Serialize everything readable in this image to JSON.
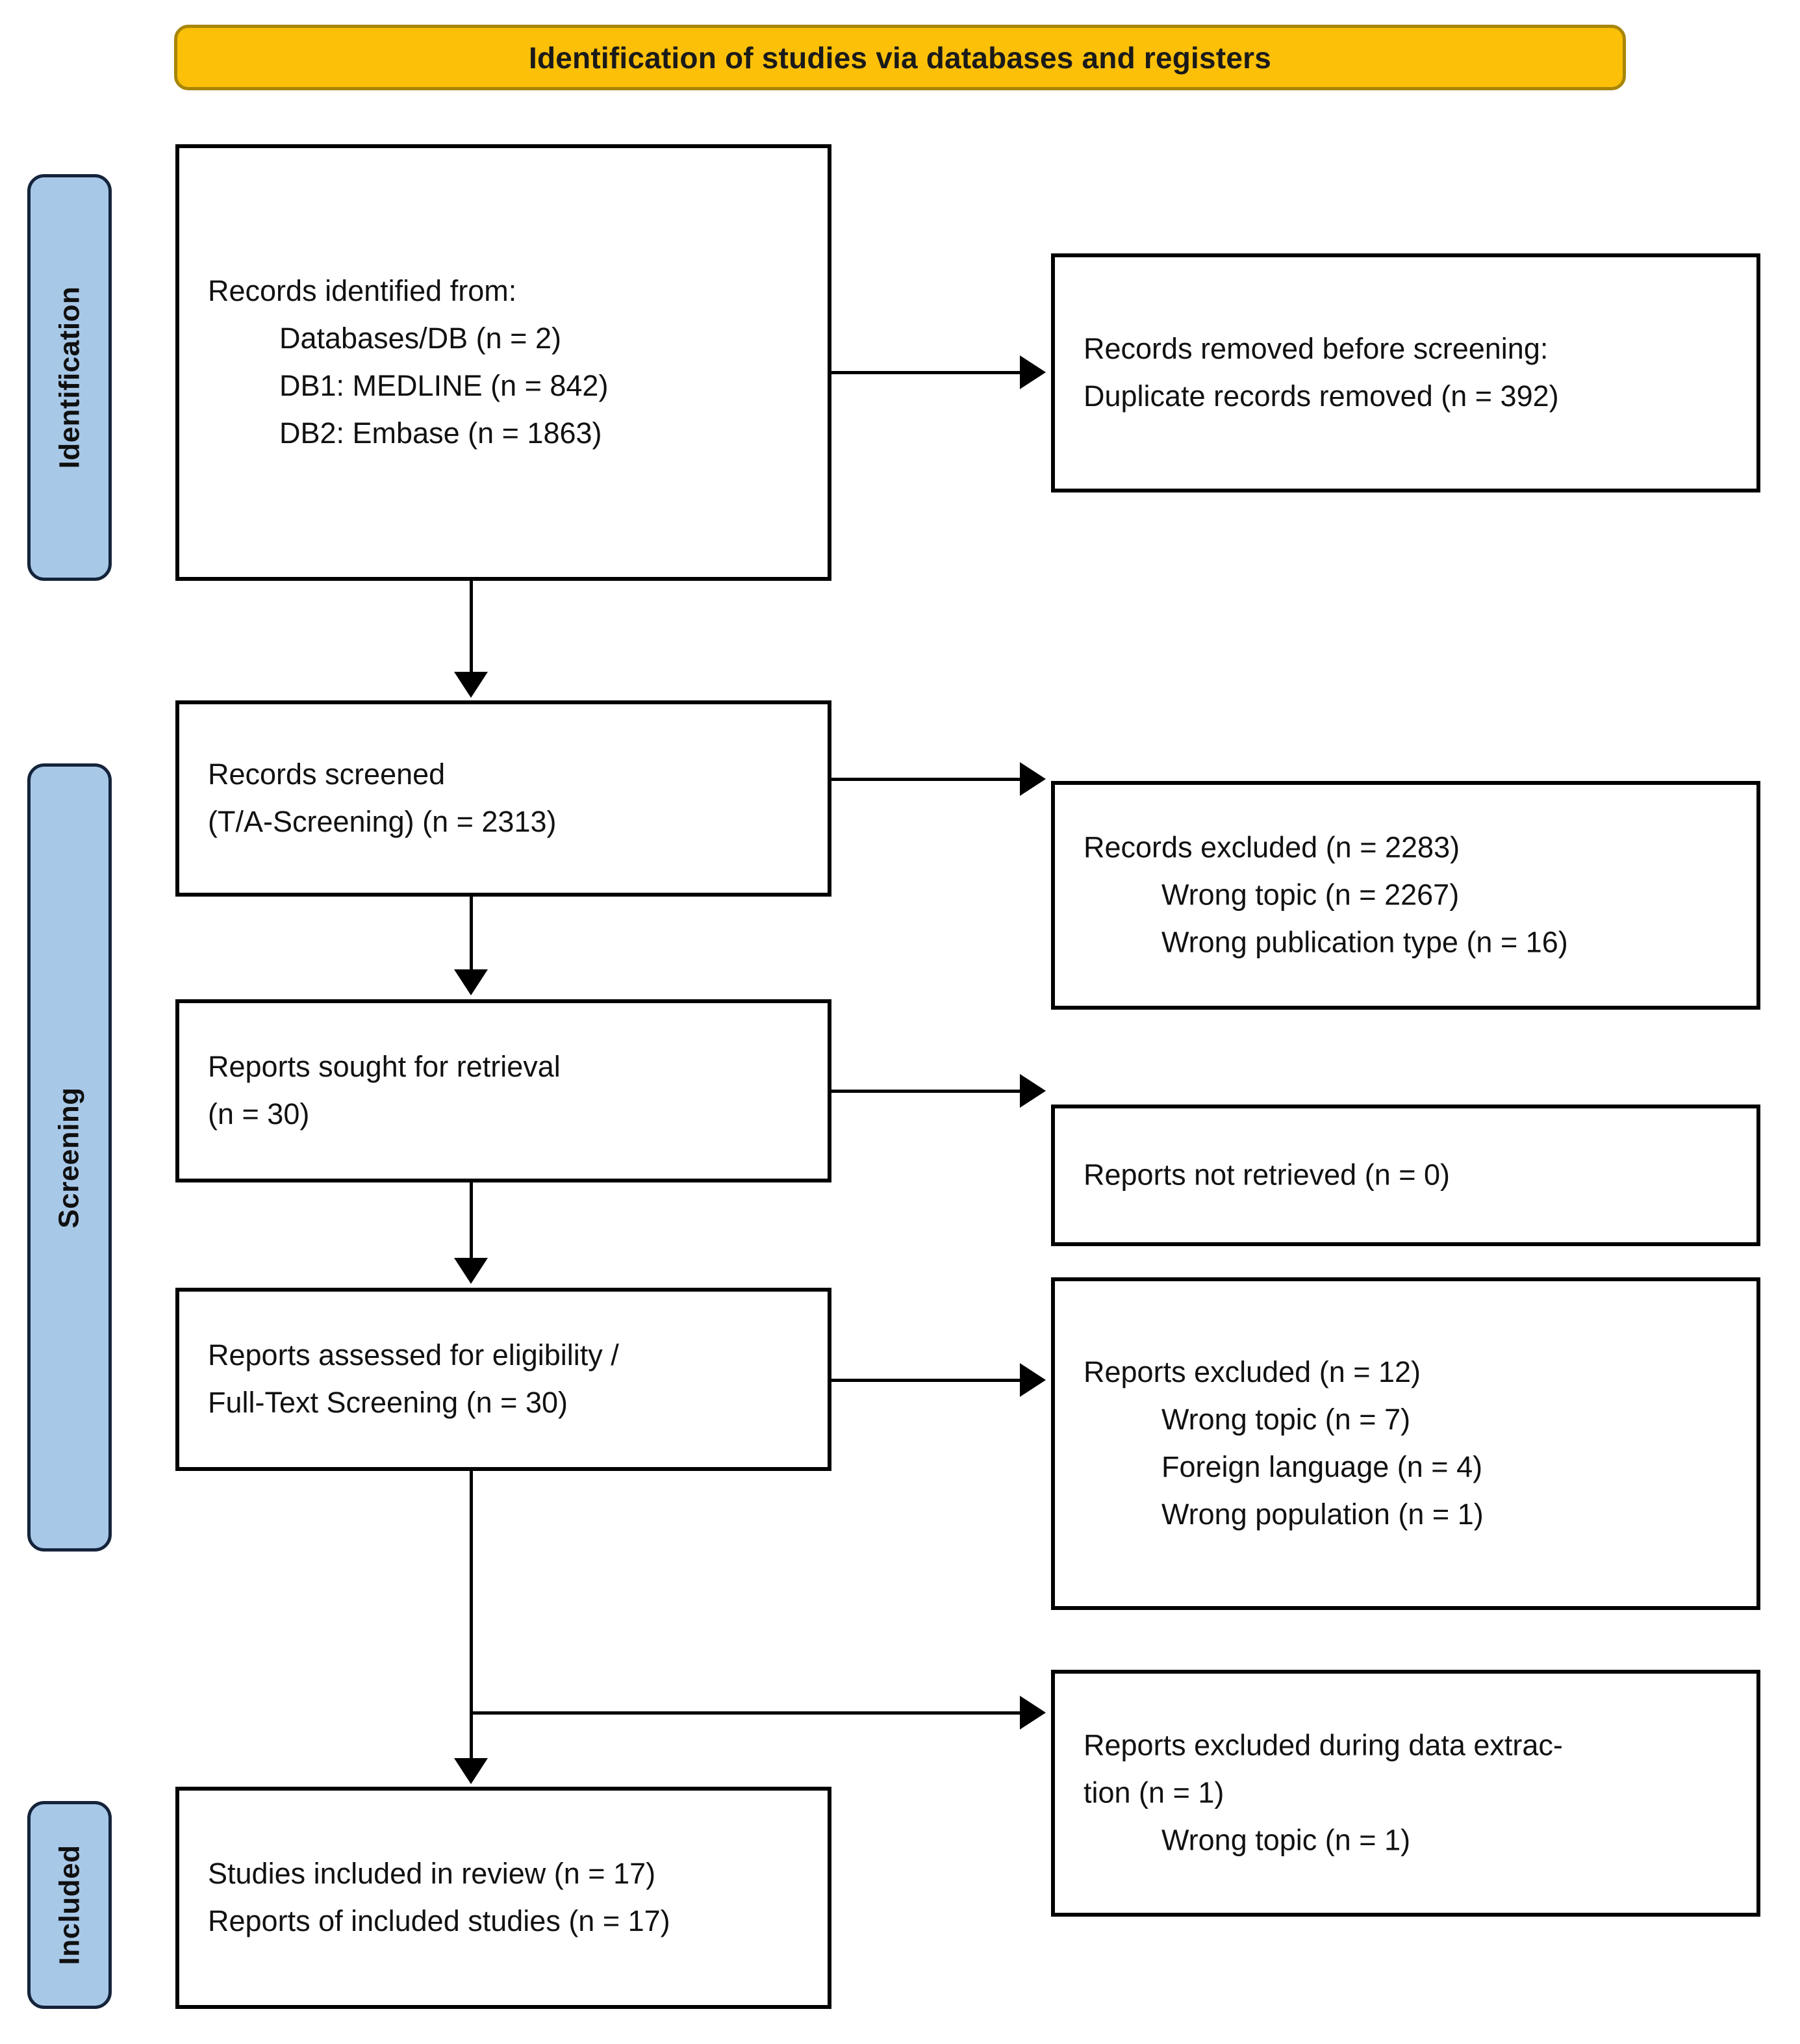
{
  "banner": {
    "title": "Identification of studies via databases and registers",
    "bg_color": "#FCC009",
    "border_color": "#A8860A"
  },
  "stages": {
    "identification": "Identification",
    "screening": "Screening",
    "included": "Included",
    "bg_color": "#A8C8E8",
    "border_color": "#14243a"
  },
  "boxes": {
    "identified": {
      "l0": "Records identified from:",
      "l1": "Databases/DB (n = 2)",
      "l2": "DB1: MEDLINE (n = 842)",
      "l3": "DB2: Embase (n = 1863)"
    },
    "removed": {
      "l0": "Records removed before screening:",
      "l1": "Duplicate records removed (n = 392)"
    },
    "screened": {
      "l0": "Records screened",
      "l1": "(T/A-Screening) (n = 2313)"
    },
    "records_excluded": {
      "l0": "Records excluded (n = 2283)",
      "l1": "Wrong topic (n = 2267)",
      "l2": "Wrong publication type (n = 16)"
    },
    "sought": {
      "l0": "Reports sought for retrieval",
      "l1": "(n = 30)"
    },
    "not_retrieved": {
      "l0": "Reports not retrieved (n = 0)"
    },
    "assessed": {
      "l0": "Reports  assessed  for  eligibility  /",
      "l1": "Full-Text Screening (n = 30)"
    },
    "reports_excluded": {
      "l0": "Reports excluded (n = 12)",
      "l1": "Wrong topic (n = 7)",
      "l2": "Foreign language (n = 4)",
      "l3": "Wrong population (n = 1)"
    },
    "data_extraction": {
      "l0": "Reports excluded during data extrac-",
      "l1": "tion (n = 1)",
      "l2": "Wrong topic (n = 1)"
    },
    "included": {
      "l0": "Studies included in review (n = 17)",
      "l1": "Reports of included studies (n = 17)"
    }
  }
}
